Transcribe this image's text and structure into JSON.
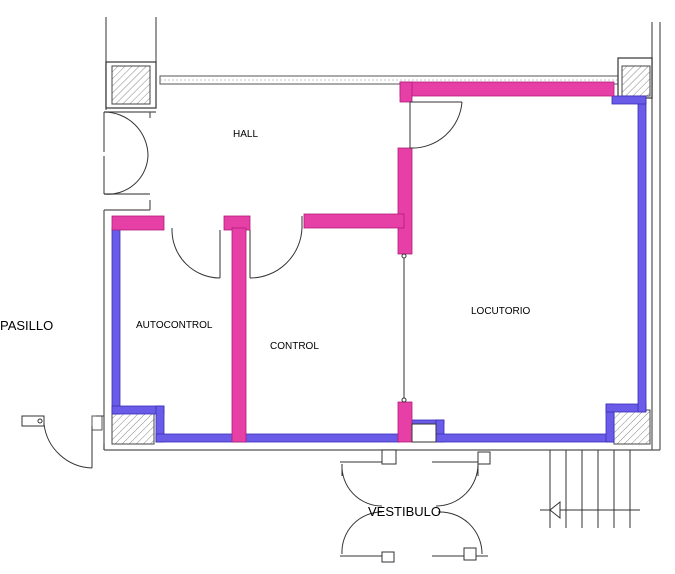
{
  "rooms": {
    "hall": "HALL",
    "locutorio": "LOCUTORIO",
    "autocontrol": "AUTOCONTROL",
    "control": "CONTROL",
    "pasillo": "PASILLO",
    "vestibulo": "VESTIBULO"
  },
  "colors": {
    "new_wall_pink": "#e63fa6",
    "new_wall_blue": "#6a5ce8",
    "existing_wall": "#555555"
  }
}
